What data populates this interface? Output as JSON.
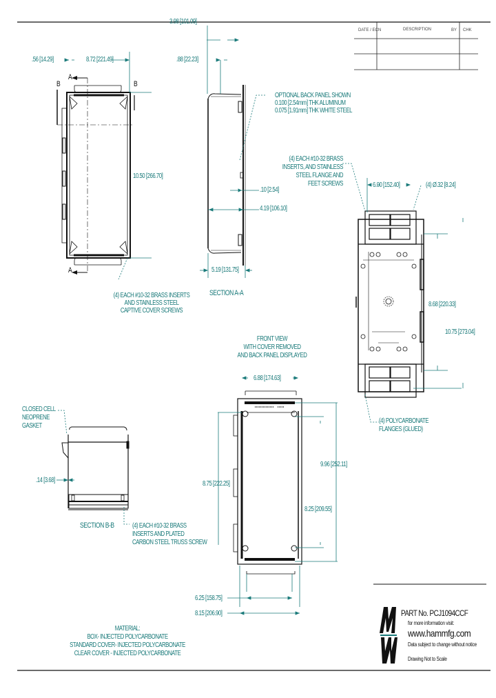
{
  "revision_table": {
    "headers": [
      "DATE / ECN",
      "DESCRIPTION",
      "BY",
      "CHK"
    ],
    "rows": [
      [
        "",
        "",
        "",
        ""
      ],
      [
        "",
        "",
        "",
        ""
      ]
    ]
  },
  "top_view": {
    "dim_left": ".56 [14.29]",
    "dim_width": "8.72 [221.49]",
    "dim_height": "10.50 [266.70]",
    "section_marker_a": "A",
    "section_marker_b": "B",
    "note": [
      "(4) EACH #10-32 BRASS INSERTS",
      "AND STAINLESS STEEL",
      "CAPTIVE COVER SCREWS"
    ]
  },
  "section_aa": {
    "dim_top": "3.98 [101.09]",
    "dim_flange": ".88 [22.23]",
    "dim_panel": ".10 [2.54]",
    "dim_depth": "4.19 [106.10]",
    "dim_overall": "5.19 [131.75]",
    "title": "SECTION A-A",
    "note": [
      "OPTIONAL BACK PANEL SHOWN",
      "0.100 [2.54mm] THK ALUMINUM",
      "0.075 [1.91mm] THK WHITE STEEL"
    ]
  },
  "back_view": {
    "note_inserts": [
      "(4) EACH #10-32 BRASS",
      "INSERTS, AND STAINLESS",
      "STEEL FLANGE AND",
      "FEET SCREWS"
    ],
    "dim_width": "6.00 [152.40]",
    "dim_holes": "(4) Ø.32 [8.24]",
    "dim_inner_height": "8.68 [220.33]",
    "dim_outer_height": "10.75 [273.04]",
    "note_flanges": [
      "(4) POLYCARBONATE",
      "FLANGES (GLUED)"
    ]
  },
  "section_bb": {
    "note_gasket": [
      "CLOSED CELL",
      "NEOPRENE",
      "GASKET"
    ],
    "dim_wall": ".14 [3.68]",
    "title": "SECTION B-B",
    "note_screws": [
      "(4) EACH #10-32 BRASS",
      "INSERTS AND PLATED",
      "CARBON STEEL TRUSS SCREW"
    ]
  },
  "front_view": {
    "title": [
      "FRONT VIEW",
      "WITH COVER REMOVED",
      "AND BACK PANEL DISPLAYED"
    ],
    "dim_width": "6.88 [174.63]",
    "dim_height_left": "8.75 [222.25]",
    "dim_height_outer": "9.96 [252.11]",
    "dim_height_inner": "8.25 [209.55]",
    "dim_panel_width": "6.25 [158.75]",
    "dim_overall_width": "8.15 [206.90]"
  },
  "material": {
    "lines": [
      "MATERIAL:",
      "BOX- INJECTED POLYCARBONATE",
      "STANDARD COVER- INJECTED POLYCARBONATE",
      "CLEAR COVER - INJECTED POLYCARBONATE"
    ]
  },
  "title_block": {
    "part_no": "PART No. PCJ1094CCF",
    "info": "for more information visit:",
    "url": "www.hammfg.com",
    "disclaimer": "Data subject to change without notice",
    "scale": "Drawing Not to Scale"
  },
  "colors": {
    "dimension": "#1a7a7a",
    "outline": "#111111"
  }
}
